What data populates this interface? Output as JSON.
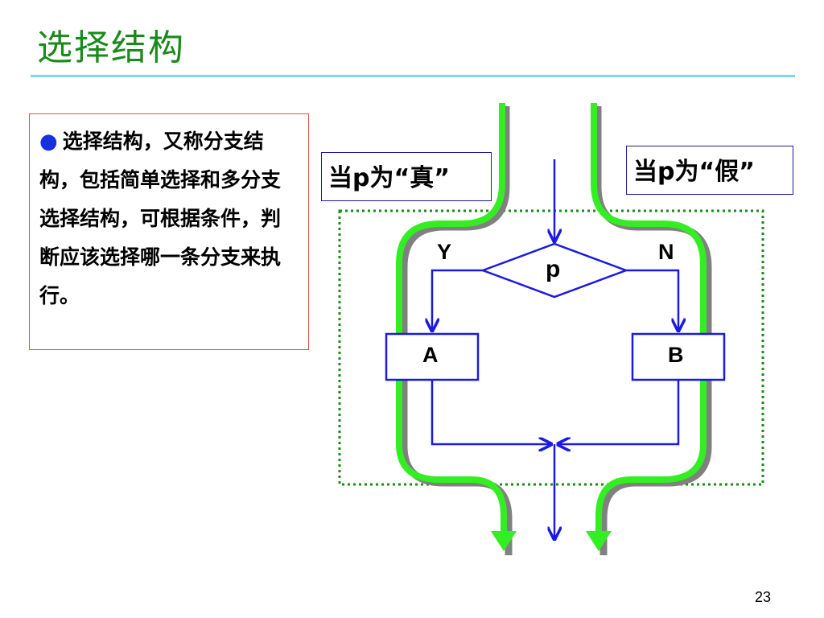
{
  "slide": {
    "title": "选择结构",
    "page_number": "23"
  },
  "note": {
    "text": "选择结构，又称分支结构，包括简单选择和多分支选择结构，可根据条件，判断应该选择哪一条分支来执行。"
  },
  "diagram": {
    "condition_true_label": "当p为“真”",
    "condition_false_label": "当p为“假”",
    "decision_label": "p",
    "yes_label": "Y",
    "no_label": "N",
    "box_a_label": "A",
    "box_b_label": "B"
  },
  "colors": {
    "flow_line": "#1a1ae0",
    "path_highlight": "#33ee22",
    "path_shadow": "#808080",
    "dotted_frame": "#1a8a1a",
    "title": "#1a8a1a"
  }
}
